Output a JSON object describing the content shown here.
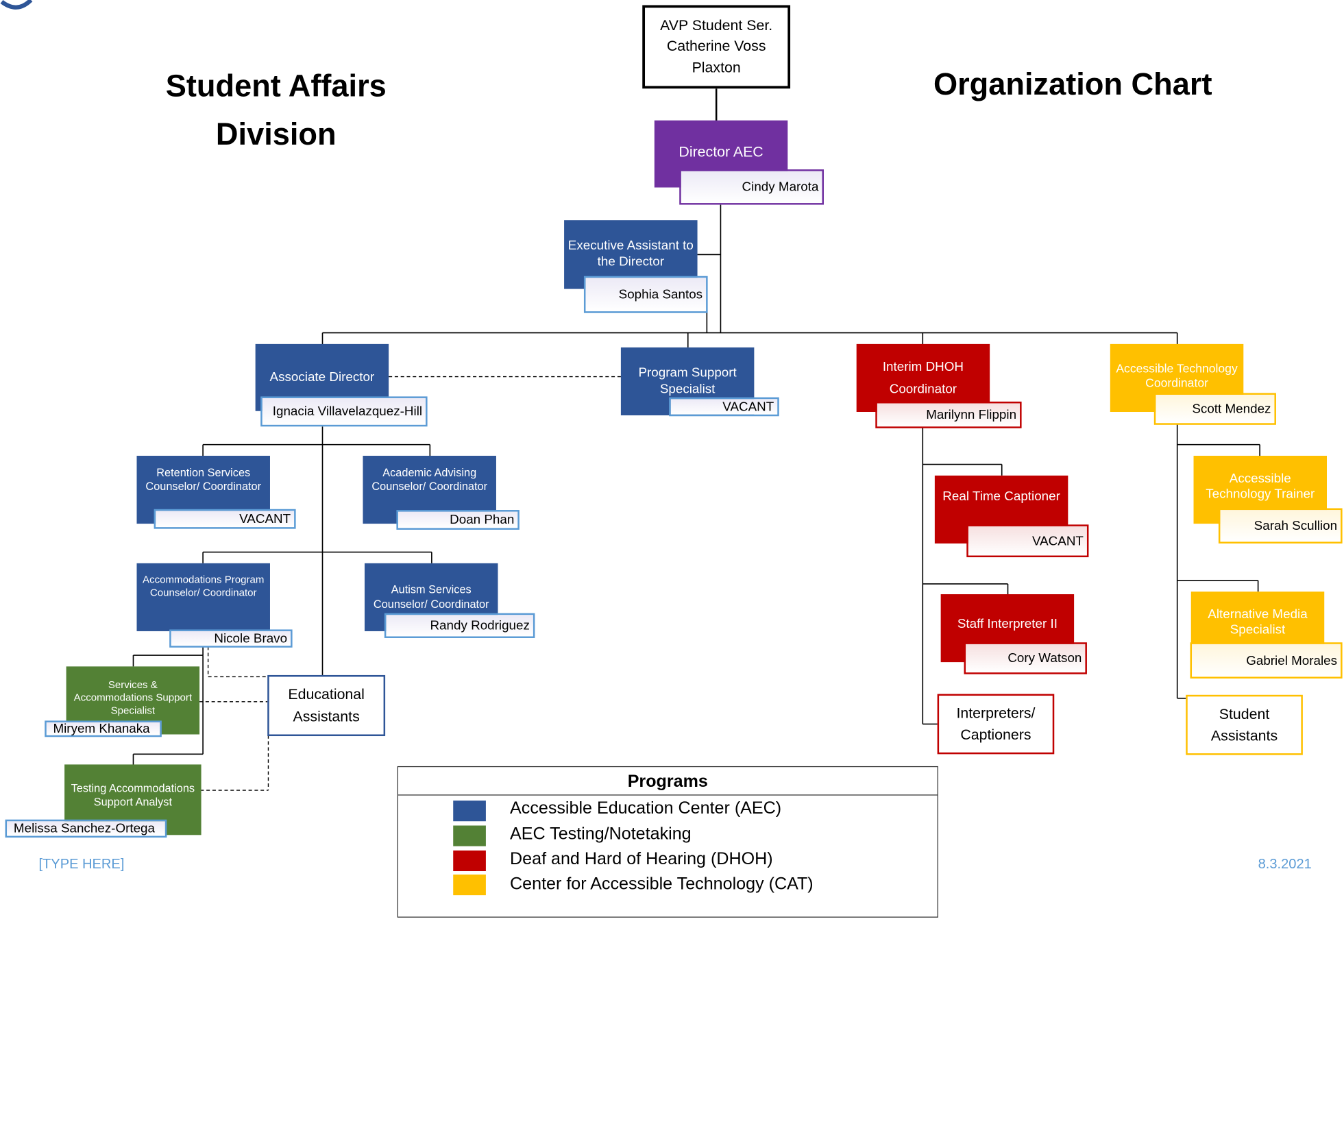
{
  "header": {
    "title_left_line1": "Student Affairs",
    "title_left_line2": "Division",
    "title_right": "Organization Chart"
  },
  "avp": {
    "line1": "AVP Student Ser.",
    "line2": "Catherine Voss",
    "line3": "Plaxton"
  },
  "director": {
    "title": "Director AEC",
    "name": "Cindy Marota"
  },
  "exec_assistant": {
    "title": "Executive Assistant to the Director",
    "name": "Sophia Santos"
  },
  "assoc_director": {
    "title": "Associate Director",
    "name": "Ignacia Villavelazquez-Hill"
  },
  "program_support": {
    "title": "Program Support Specialist",
    "name": "VACANT"
  },
  "dhoh_coordinator": {
    "title": "Interim DHOH Coordinator",
    "name": "Marilynn Flippin"
  },
  "cat_coordinator": {
    "title": "Accessible Technology Coordinator",
    "name": "Scott Mendez"
  },
  "retention": {
    "title": "Retention Services Counselor/ Coordinator",
    "name": "VACANT"
  },
  "advising": {
    "title": "Academic Advising Counselor/ Coordinator",
    "name": "Doan Phan"
  },
  "accommodations": {
    "title": "Accommodations Program Counselor/ Coordinator",
    "name": "Nicole Bravo"
  },
  "autism": {
    "title": "Autism Services Counselor/ Coordinator",
    "name": "Randy Rodriguez"
  },
  "services_support": {
    "title": "Services & Accommodations Support Specialist",
    "name": "Miryem  Khanaka"
  },
  "testing": {
    "title": "Testing Accommodations Support Analyst",
    "name": "Melissa Sanchez-Ortega"
  },
  "educational_assistants": {
    "line1": "Educational",
    "line2": "Assistants"
  },
  "captioner": {
    "title": "Real Time Captioner",
    "name": "VACANT"
  },
  "interpreter": {
    "title": "Staff Interpreter II",
    "name": "Cory Watson"
  },
  "interpreters_captioners": {
    "line1": "Interpreters/",
    "line2": "Captioners"
  },
  "tech_trainer": {
    "title": "Accessible Technology Trainer",
    "name": "Sarah Scullion"
  },
  "alt_media": {
    "title": "Alternative Media Specialist",
    "name": "Gabriel Morales"
  },
  "student_assistants": {
    "line1": "Student",
    "line2": "Assistants"
  },
  "legend": {
    "title": "Programs",
    "items": [
      {
        "label": "Accessible Education Center (AEC)",
        "color": "#2e5597"
      },
      {
        "label": "AEC Testing/Notetaking",
        "color": "#538135"
      },
      {
        "label": "Deaf and Hard of Hearing (DHOH)",
        "color": "#c00000"
      },
      {
        "label": "Center for Accessible Technology (CAT)",
        "color": "#ffc000"
      }
    ]
  },
  "footer": {
    "left": "[TYPE HERE]",
    "right": "8.3.2021"
  }
}
